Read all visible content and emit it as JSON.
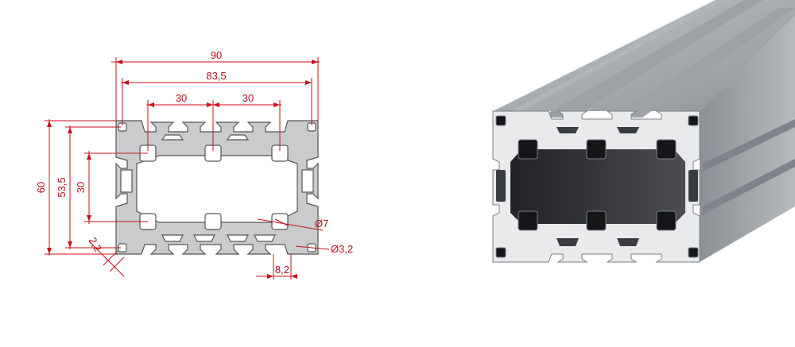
{
  "drawing": {
    "dim_width": "90",
    "dim_inner_width": "83,5",
    "dim_pitch_left": "30",
    "dim_pitch_right": "30",
    "dim_height": "60",
    "dim_inner_height": "53,5",
    "dim_pitch_vertical": "30",
    "dim_corner": "2,2",
    "dim_bore": "Ø7",
    "dim_corner_bore": "Ø3,2",
    "dim_slot": "8,2"
  },
  "colors": {
    "dimension": "#c8101c",
    "profile_fill": "#c9cbcd",
    "profile_edge": "#565656",
    "render_face": "#8e9499",
    "render_top": "#a9aeb2"
  }
}
